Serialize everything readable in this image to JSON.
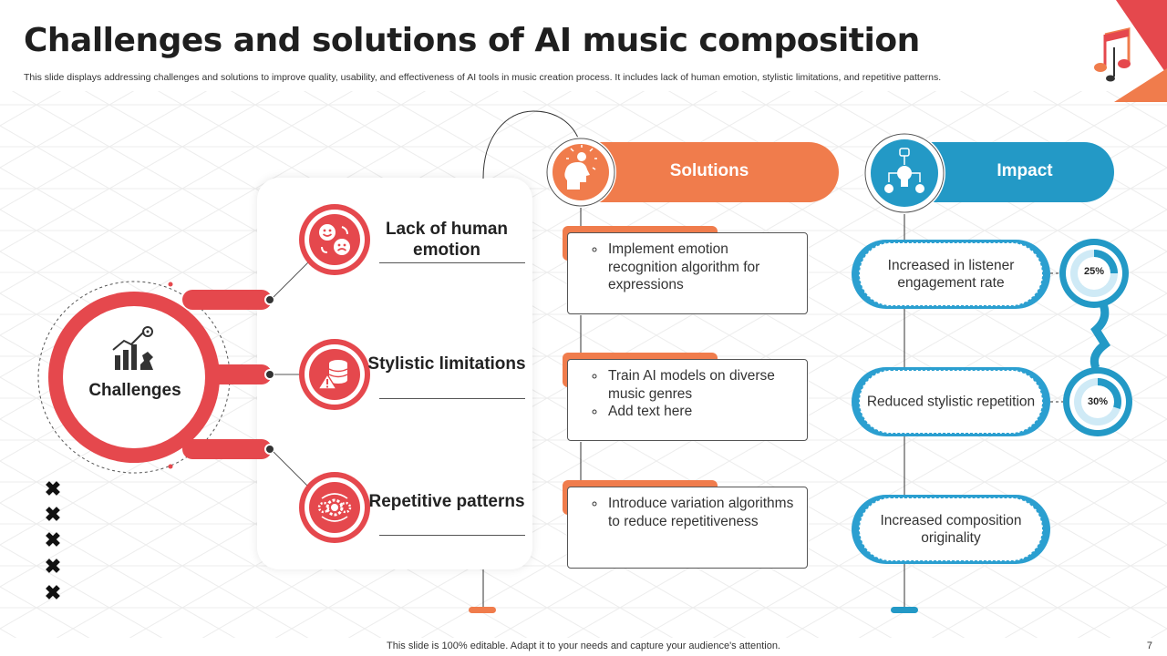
{
  "header": {
    "title": "Challenges and solutions of AI music composition",
    "subtitle": "This slide displays addressing challenges and solutions to improve quality, usability, and effectiveness of AI  tools in music creation process. It includes lack of human emotion, stylistic limitations, and repetitive patterns."
  },
  "challenges": {
    "center_label": "Challenges",
    "items": [
      {
        "label": "Lack of human emotion",
        "icon": "emotion-faces-icon"
      },
      {
        "label": "Stylistic limitations",
        "icon": "database-warning-icon"
      },
      {
        "label": "Repetitive patterns",
        "icon": "gears-cycle-icon"
      }
    ]
  },
  "solutions": {
    "header": "Solutions",
    "items": [
      [
        "Implement  emotion recognition algorithm for expressions"
      ],
      [
        "Train AI models on diverse music genres",
        "Add text here"
      ],
      [
        "Introduce  variation algorithms to reduce repetitiveness"
      ]
    ]
  },
  "impact": {
    "header": "Impact",
    "items": [
      {
        "text": "Increased in listener engagement rate"
      },
      {
        "text": "Reduced stylistic repetition"
      },
      {
        "text": "Increased composition originality"
      }
    ],
    "gauges": [
      {
        "label": "25%",
        "value": 25
      },
      {
        "label": "30%",
        "value": 30
      }
    ]
  },
  "footer": {
    "note": "This slide is 100% editable. Adapt it to your needs and capture your audience's attention.",
    "page": "7"
  },
  "colors": {
    "red": "#e5484d",
    "orange": "#f07c4c",
    "blue": "#2399c6",
    "light_blue": "#cfeaf6"
  },
  "decor": {
    "x_marks": [
      "✖",
      "✖",
      "✖",
      "✖",
      "✖"
    ],
    "logo_icon": "music-notes-icon"
  }
}
